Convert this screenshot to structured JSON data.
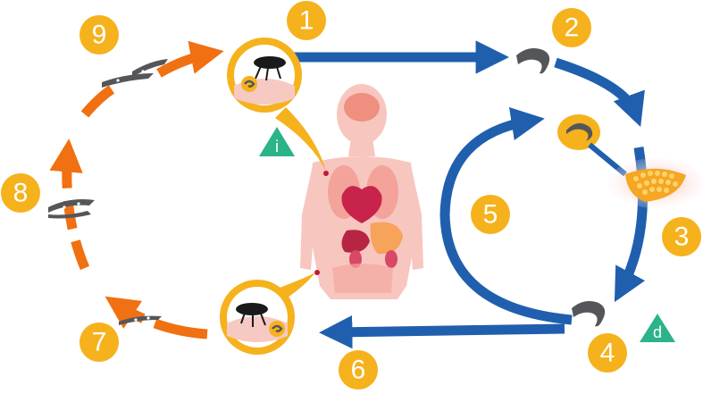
{
  "colors": {
    "blue": "#1f5fae",
    "orange": "#f07012",
    "badge": "#f5b21d",
    "green": "#2bb38a",
    "parasite": "#55565a",
    "skin": "#f6c9c3",
    "egg": "#f5a623"
  },
  "steps": [
    {
      "label": "1"
    },
    {
      "label": "2"
    },
    {
      "label": "3"
    },
    {
      "label": "4"
    },
    {
      "label": "5"
    },
    {
      "label": "6"
    },
    {
      "label": "7"
    },
    {
      "label": "8"
    },
    {
      "label": "9"
    }
  ],
  "markers": {
    "infective": "i",
    "diagnostic": "d"
  }
}
